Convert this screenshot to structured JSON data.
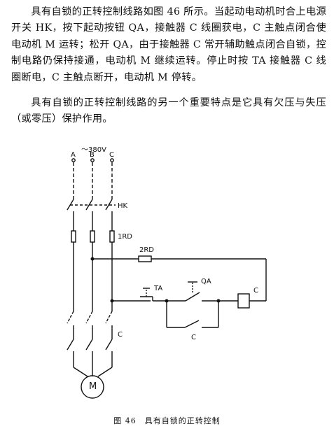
{
  "text": {
    "para1": "具有自锁的正转控制线路如图 46 所示。当起动电动机时合上电源开关 HK，按下起动按钮 QA，接触器 C 线圈获电，C 主触点闭合使电动机 M 运转；松开 QA，由于接触器 C 常开辅助触点闭合自锁，控制电路仍保持接通，电动机 M 继续运转。停止时按 TA 接触器 C 线圈断电，C 主触点断开，电动机 M 停转。",
    "para2": "具有自锁的正转控制线路的另一个重要特点是它具有欠压与失压（或零压）保护作用。"
  },
  "diagram": {
    "supply": "～380V",
    "phase_a": "A",
    "phase_b": "B",
    "phase_c": "C",
    "switch": "HK",
    "fuse_main": "1RD",
    "fuse_ctrl": "2RD",
    "stop_button": "TA",
    "start_button": "QA",
    "coil": "C",
    "main_contact": "C",
    "aux_contact": "C",
    "motor": "M"
  },
  "caption": "图 46　具有自锁的正转控制"
}
